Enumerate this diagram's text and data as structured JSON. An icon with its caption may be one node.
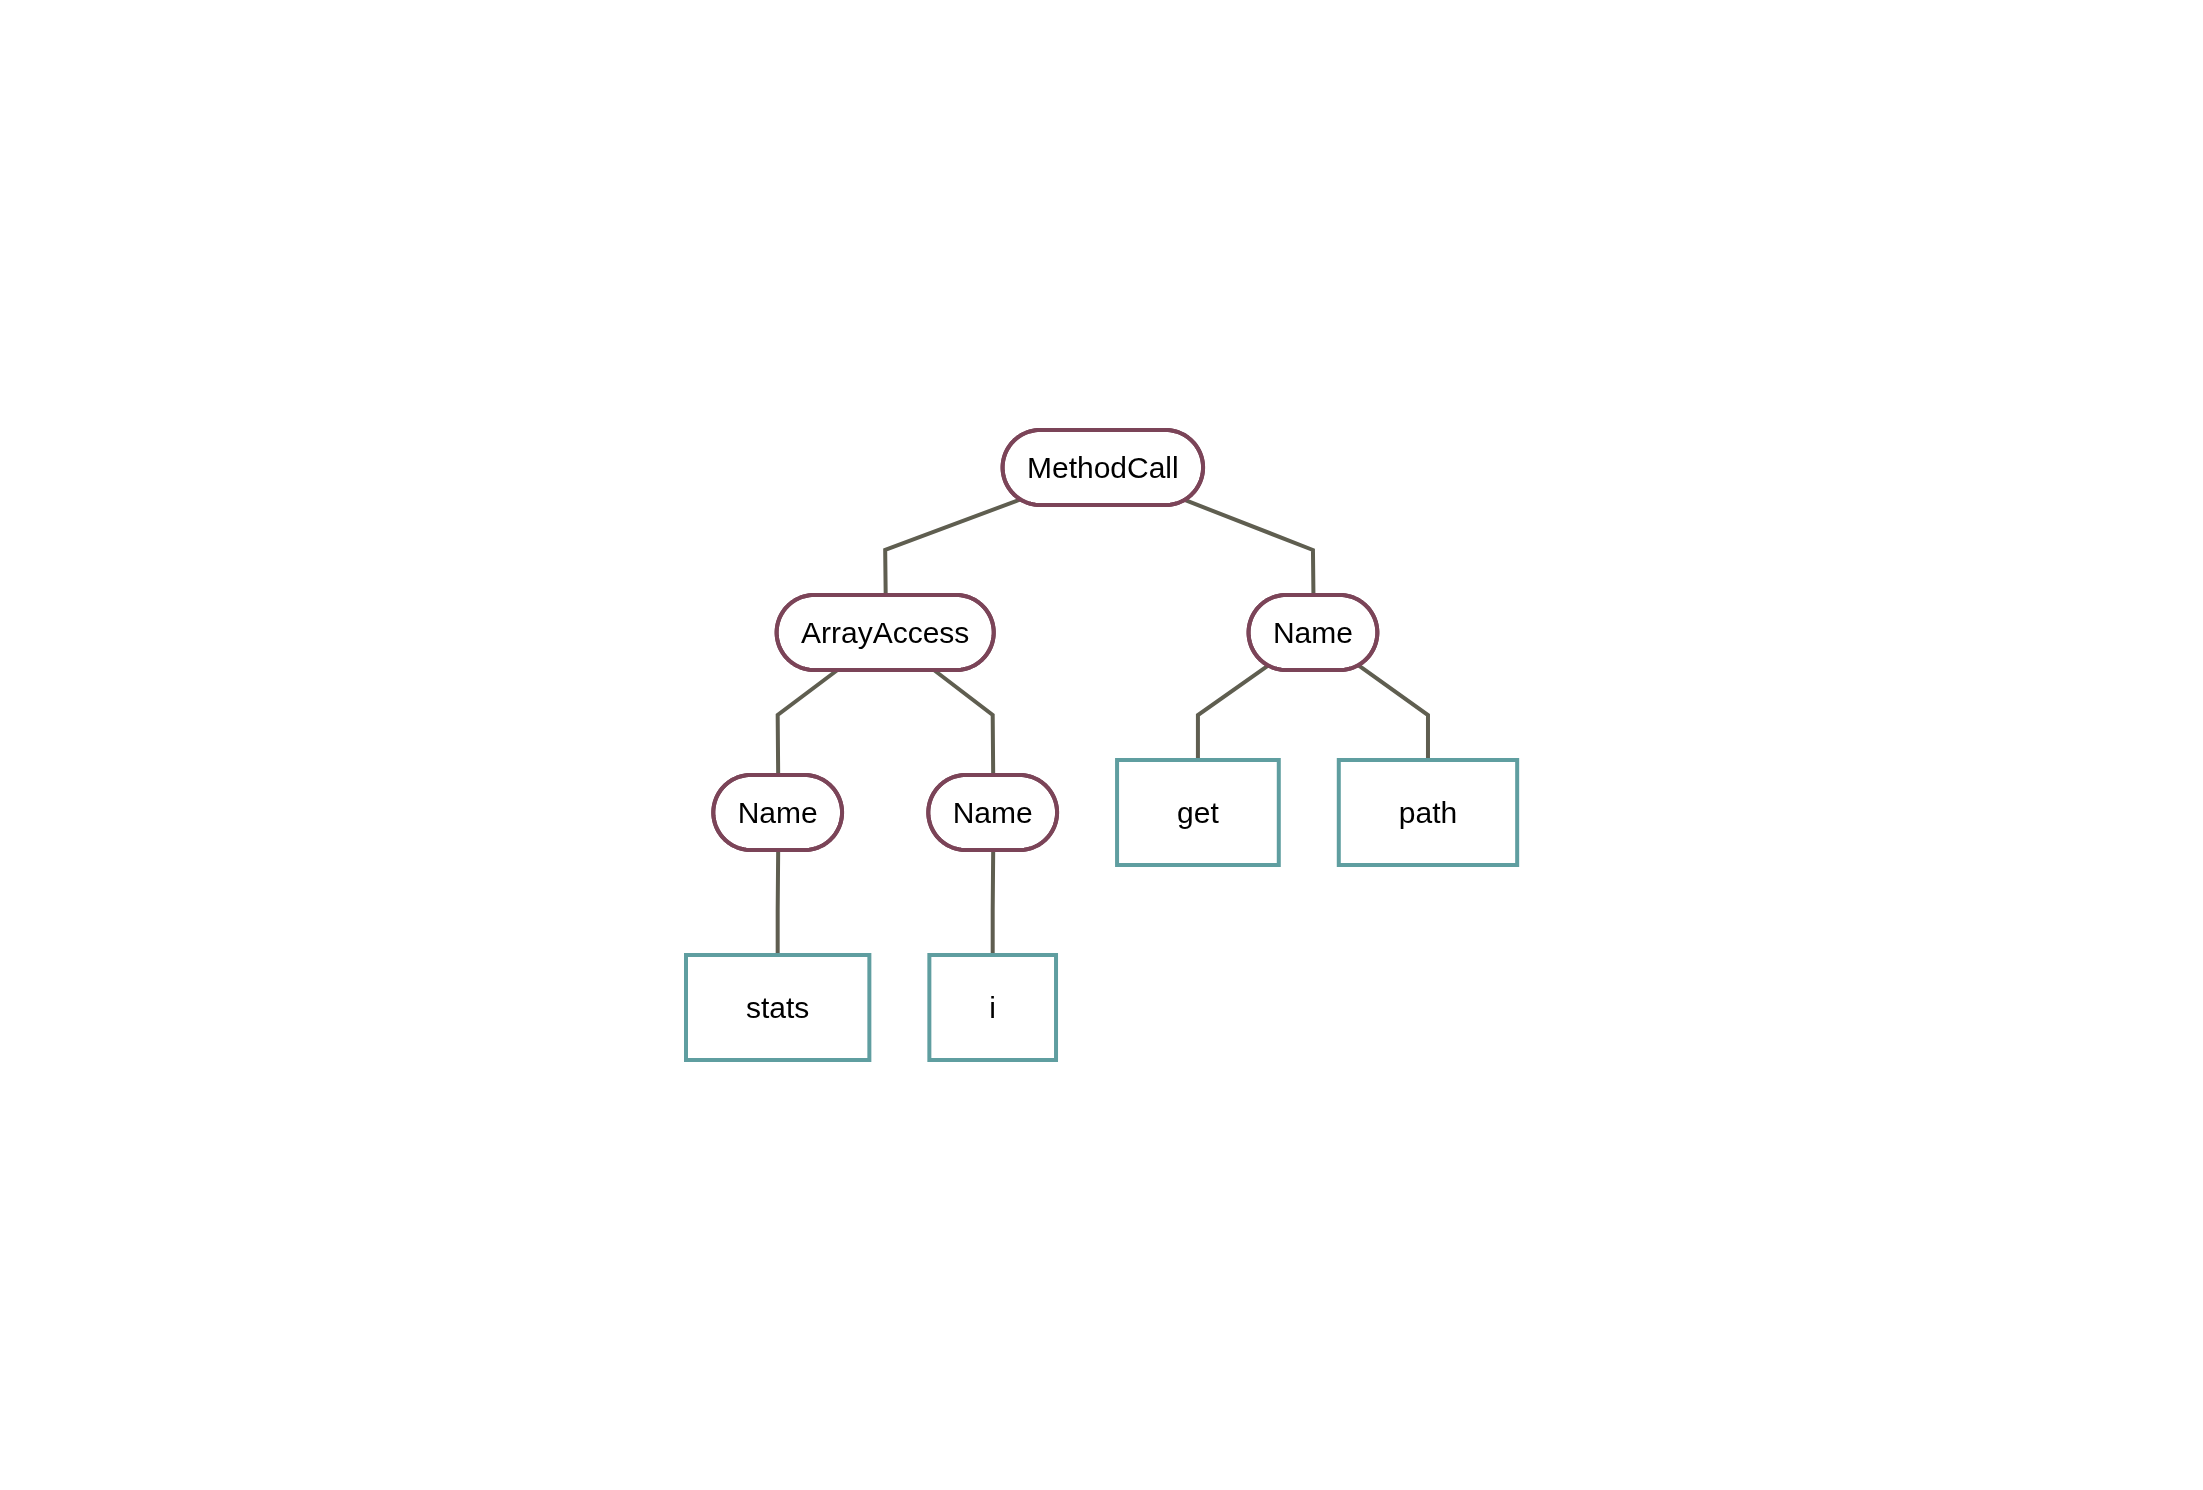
{
  "diagram": {
    "nodes": [
      {
        "text": [
          "MethodCall"
        ]
      },
      {
        "text": [
          "ArrayAccess"
        ]
      },
      {
        "text": [
          "Name"
        ]
      },
      {
        "text": [
          "Name"
        ]
      },
      {
        "text": [
          "Name"
        ]
      },
      {
        "text": [
          "get"
        ]
      },
      {
        "text": [
          "path"
        ]
      },
      {
        "text": [
          "stats"
        ]
      },
      {
        "text": [
          "i"
        ]
      }
    ],
    "edges": [
      {
        "from": 0,
        "to": 1,
        "arrow": "none"
      },
      {
        "from": 0,
        "to": 2,
        "arrow": "none"
      },
      {
        "from": 1,
        "to": 3,
        "arrow": "none"
      },
      {
        "from": 1,
        "to": 4,
        "arrow": "none"
      },
      {
        "from": 2,
        "to": 5,
        "arrow": "none"
      },
      {
        "from": 2,
        "to": 6,
        "arrow": "none"
      },
      {
        "from": 3,
        "to": 7,
        "arrow": "none"
      },
      {
        "from": 4,
        "to": 8,
        "arrow": "none"
      }
    ]
  }
}
